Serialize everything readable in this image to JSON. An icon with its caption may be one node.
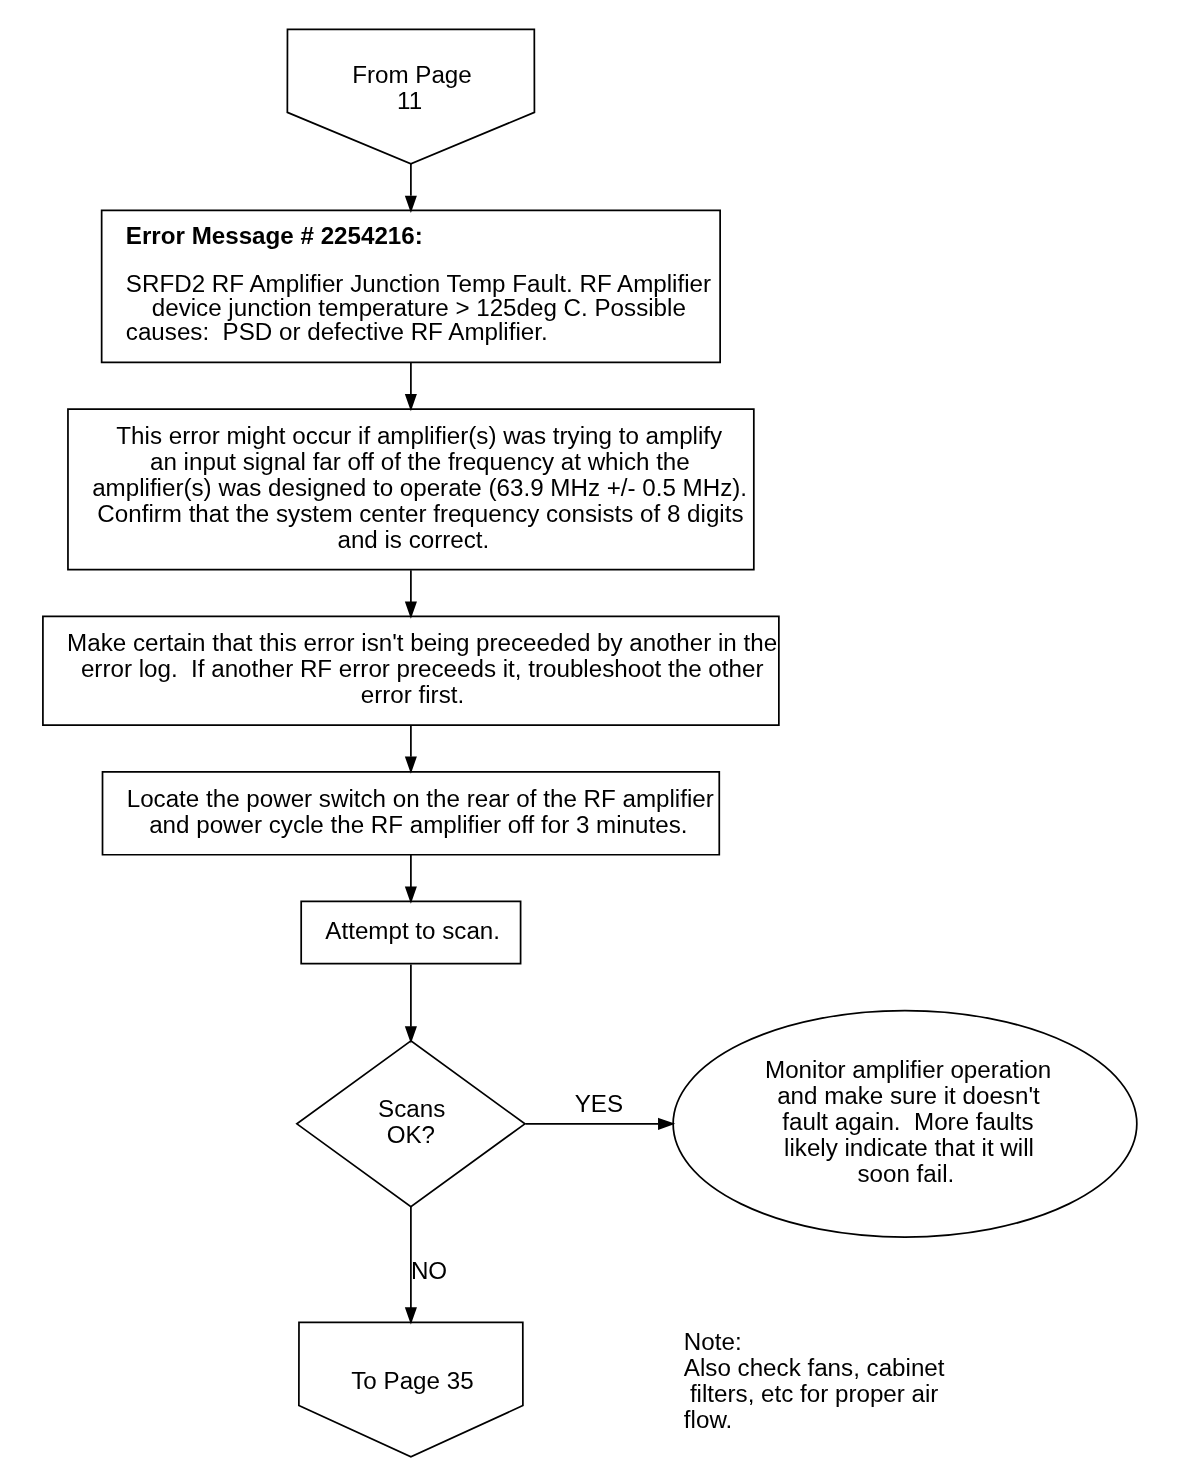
{
  "diagram": {
    "nodes": [
      {
        "text": [
          "From Page 11"
        ]
      },
      {
        "text": [
          "Error Message # 2254216:",
          "SRFD2 RF Amplifier Junction Temp Fault. RF Amplifier device junction temperature > 125deg C. Possible causes:  PSD or defective RF Amplifier."
        ]
      },
      {
        "text": [
          "This error might occur if amplifier(s) was trying to amplify an input signal far off of the frequency at which the amplifier(s) was designed to operate (63.9 MHz +/- 0.5 MHz).  Confirm that the system center frequency consists of 8 digits and is correct."
        ]
      },
      {
        "text": [
          "Make certain that this error isn't being preceeded by another in the error log.  If another RF error preceeds it, troubleshoot the other error first."
        ]
      },
      {
        "text": [
          "Locate the power switch on the rear of the RF amplifier and power cycle the RF amplifier off for 3 minutes."
        ]
      },
      {
        "text": [
          "Attempt to scan."
        ]
      },
      {
        "text": [
          "Scans OK?"
        ]
      },
      {
        "text": [
          "Monitor amplifier operation and make sure it doesn't fault again.  More faults likely indicate that it will soon fail."
        ]
      },
      {
        "text": [
          "To Page 35"
        ]
      }
    ],
    "edges": [
      {
        "from": 0,
        "to": 1,
        "arrow": "to"
      },
      {
        "from": 1,
        "to": 2,
        "arrow": "to"
      },
      {
        "from": 2,
        "to": 3,
        "arrow": "to"
      },
      {
        "from": 3,
        "to": 4,
        "arrow": "to"
      },
      {
        "from": 4,
        "to": 5,
        "arrow": "to"
      },
      {
        "from": 5,
        "to": 6,
        "arrow": "to"
      },
      {
        "from": 6,
        "to": 7,
        "arrow": "to",
        "label": "YES"
      },
      {
        "from": 6,
        "to": 8,
        "arrow": "to",
        "label": "NO"
      }
    ],
    "labels": [
      "Note:",
      "Also check fans, cabinet filters, etc for proper air flow."
    ]
  }
}
